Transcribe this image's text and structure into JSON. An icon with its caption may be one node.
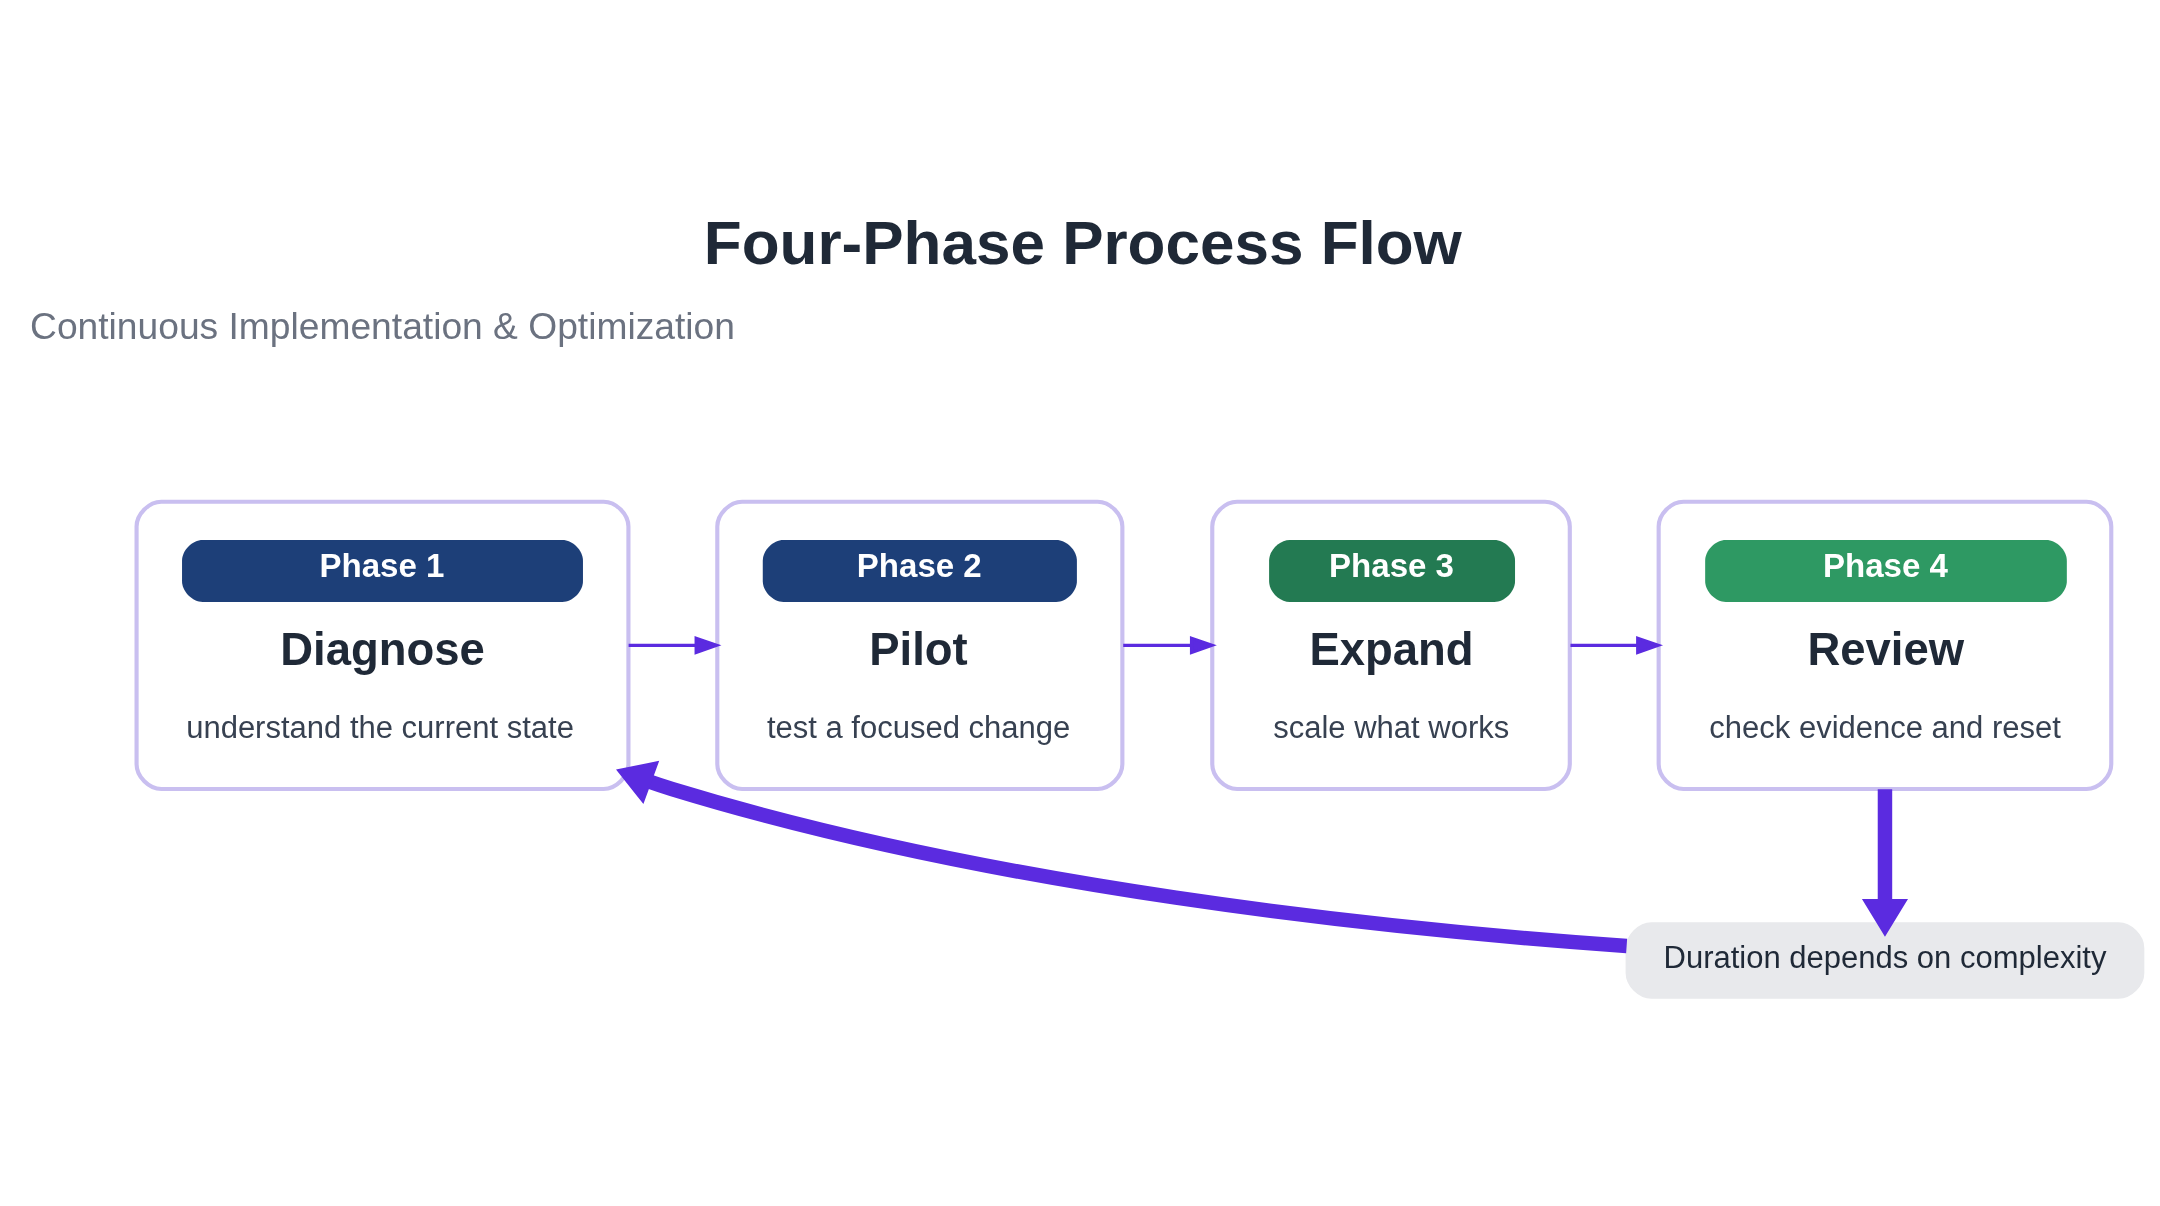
{
  "diagram": {
    "title": "Four-Phase Process Flow",
    "nodes": [
      {
        "text": [
          "Phase 1",
          "Diagnose",
          "understand the current state"
        ]
      },
      {
        "text": [
          "Phase 2",
          "Pilot",
          "test a focused change"
        ]
      },
      {
        "text": [
          "Phase 3",
          "Expand",
          "scale what works"
        ]
      },
      {
        "text": [
          "Phase 4",
          "Review",
          "check evidence and reset"
        ]
      },
      {
        "text": [
          "Duration depends on complexity"
        ]
      }
    ],
    "edges": [
      {
        "from": 0,
        "to": 1,
        "arrow": "to"
      },
      {
        "from": 1,
        "to": 2,
        "arrow": "to"
      },
      {
        "from": 2,
        "to": 3,
        "arrow": "to"
      },
      {
        "from": 3,
        "to": 4,
        "arrow": "to",
        "style": "thick"
      },
      {
        "from": 4,
        "to": 0,
        "arrow": "to",
        "style": "thick"
      }
    ],
    "labels": [
      "Continuous Implementation & Optimization"
    ]
  }
}
